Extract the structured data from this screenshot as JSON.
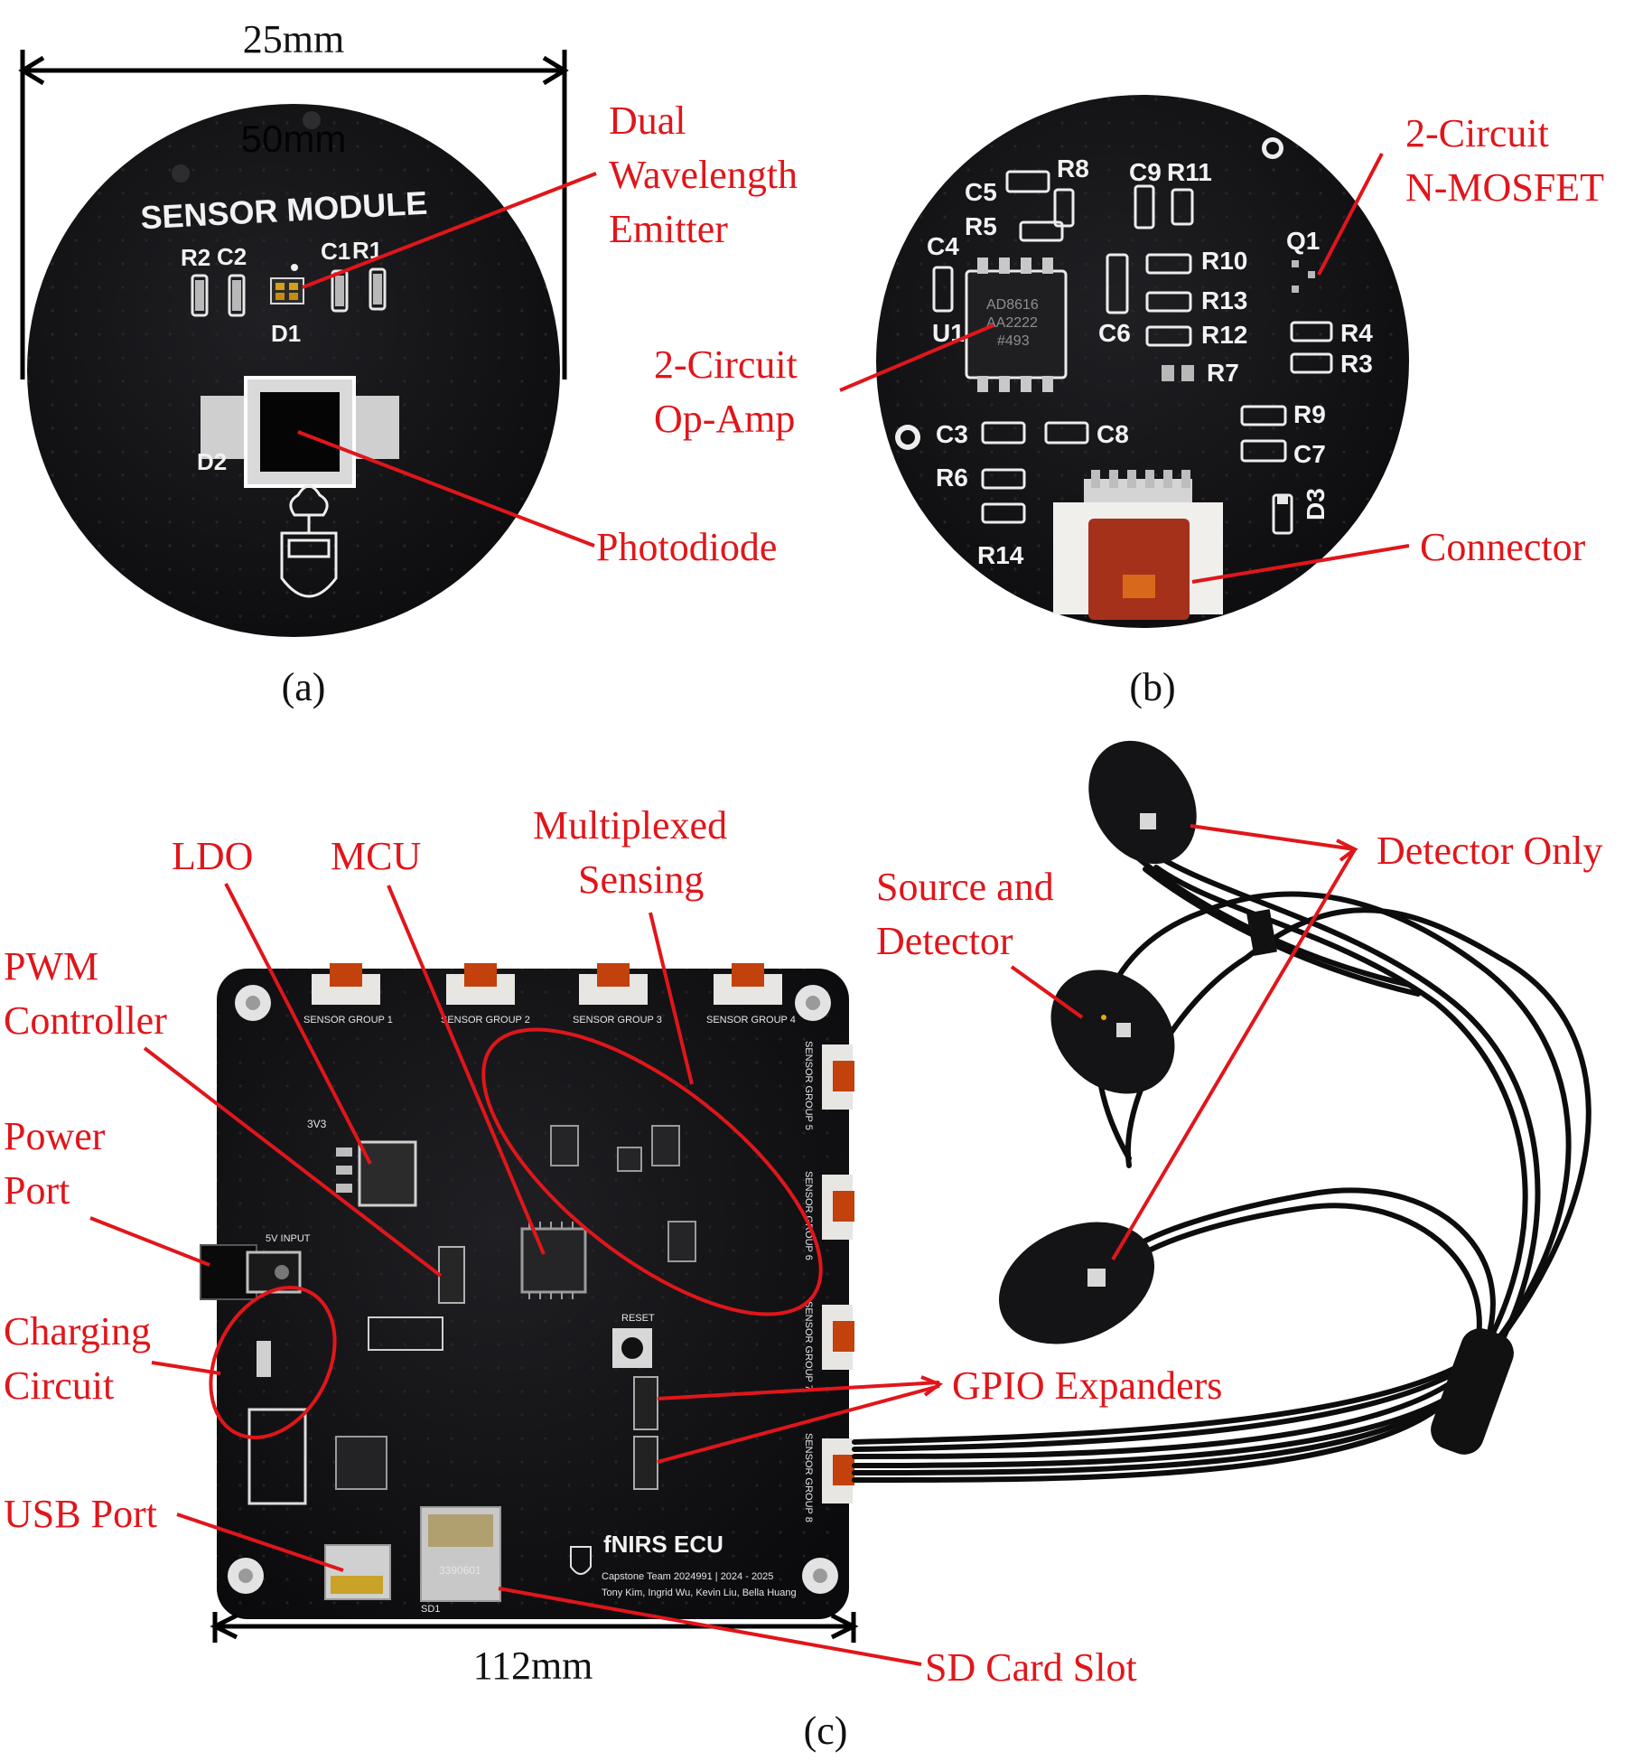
{
  "captions": {
    "a": "(a)",
    "b": "(b)",
    "c": "(c)"
  },
  "dimensions": {
    "module_width": "25mm",
    "module_overlay": "50mm",
    "board_width": "112mm"
  },
  "panel_a": {
    "silkscreen_title": "SENSOR MODULE",
    "refs": [
      "R2",
      "C2",
      "C1",
      "R1",
      "D1",
      "D2"
    ],
    "labels": {
      "emitter": [
        "Dual",
        "Wavelength",
        "Emitter"
      ],
      "photodiode": "Photodiode"
    }
  },
  "panel_b": {
    "refs": [
      "C5",
      "R8",
      "C9",
      "R11",
      "R5",
      "C4",
      "U1",
      "R10",
      "R13",
      "R12",
      "R7",
      "C6",
      "Q1",
      "R4",
      "R3",
      "C3",
      "C8",
      "R9",
      "C7",
      "R6",
      "R14",
      "D3"
    ],
    "ic_marking": [
      "AD8616",
      "AA2222",
      "#493"
    ],
    "labels": {
      "mosfet": [
        "2-Circuit",
        "N-MOSFET"
      ],
      "opamp": [
        "2-Circuit",
        "Op-Amp"
      ],
      "connector": "Connector"
    }
  },
  "panel_c": {
    "labels": {
      "ldo": "LDO",
      "mcu": "MCU",
      "mux": [
        "Multiplexed",
        "Sensing"
      ],
      "pwm": [
        "PWM",
        "Controller"
      ],
      "power": [
        "Power",
        "Port"
      ],
      "charging": [
        "Charging",
        "Circuit"
      ],
      "usb": "USB Port",
      "sd": "SD Card Slot",
      "gpio": "GPIO Expanders",
      "source_detector": [
        "Source and",
        "Detector"
      ],
      "detector_only": "Detector Only"
    },
    "board_text": {
      "sensor_groups_top": [
        "SENSOR GROUP 1",
        "SENSOR GROUP 2",
        "SENSOR GROUP 3",
        "SENSOR GROUP 4"
      ],
      "sensor_groups_side": [
        "SENSOR GROUP 5",
        "SENSOR GROUP 6",
        "SENSOR GROUP 7",
        "SENSOR GROUP 8"
      ],
      "input": "5V INPUT",
      "reset": "RESET",
      "ecu_title": "fNIRS ECU",
      "credits_1": "Capstone Team 2024991 | 2024 - 2025",
      "credits_2": "Tony Kim, Ingrid Wu, Kevin Liu, Bella Huang",
      "rail": "3V3",
      "sd_ref": "SD1",
      "sd_marking": "3390601"
    }
  },
  "colors": {
    "label": "#e0161b",
    "pcb": "#121214",
    "silkscreen": "#f2f2f2",
    "pad": "#b8b8b8",
    "connector": "#c2410c"
  }
}
